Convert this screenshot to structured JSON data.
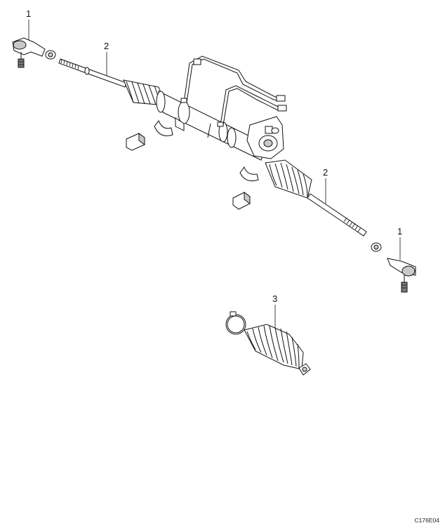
{
  "diagram": {
    "callouts": {
      "tie_rod_end_left": "1",
      "tie_rod_left": "2",
      "tie_rod_right": "2",
      "tie_rod_end_right": "1",
      "boot_kit": "3"
    },
    "reference_code": "C176E04"
  }
}
